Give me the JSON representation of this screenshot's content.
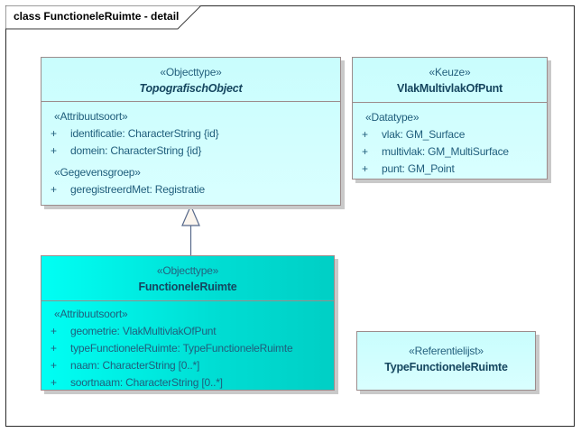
{
  "frame": {
    "title": "class FunctioneleRuimte - detail"
  },
  "colors": {
    "box_fill_light": "#ccfefe",
    "box_fill_turquoise_left": "#00fff4",
    "box_fill_turquoise_right": "#00cfc5",
    "box_border": "#9c8c8c",
    "text": "#205e7c",
    "shadow": "#c9c9c9",
    "connector": "#56688a"
  },
  "classes": [
    {
      "stereotype": "«Objecttype»",
      "name": "TopografischObject",
      "abstract": true,
      "sections": [
        {
          "heading": "«Attribuutsoort»",
          "rows": [
            {
              "vis": "+",
              "text": "identificatie: CharacterString {id}"
            },
            {
              "vis": "+",
              "text": "domein: CharacterString {id}"
            }
          ]
        },
        {
          "heading": "«Gegevensgroep»",
          "rows": [
            {
              "vis": "+",
              "text": "geregistreerdMet: Registratie"
            }
          ]
        }
      ]
    },
    {
      "stereotype": "«Keuze»",
      "name": "VlakMultivlakOfPunt",
      "abstract": false,
      "sections": [
        {
          "heading": "«Datatype»",
          "rows": [
            {
              "vis": "+",
              "text": "vlak: GM_Surface"
            },
            {
              "vis": "+",
              "text": "multivlak: GM_MultiSurface"
            },
            {
              "vis": "+",
              "text": "punt: GM_Point"
            }
          ]
        }
      ]
    },
    {
      "stereotype": "«Objecttype»",
      "name": "FunctioneleRuimte",
      "abstract": false,
      "sections": [
        {
          "heading": "«Attribuutsoort»",
          "rows": [
            {
              "vis": "+",
              "text": "geometrie: VlakMultivlakOfPunt"
            },
            {
              "vis": "+",
              "text": "typeFunctioneleRuimte: TypeFunctioneleRuimte"
            },
            {
              "vis": "+",
              "text": "naam: CharacterString [0..*]"
            },
            {
              "vis": "+",
              "text": "soortnaam: CharacterString [0..*]"
            }
          ]
        }
      ]
    },
    {
      "stereotype": "«Referentielijst»",
      "name": "TypeFunctioneleRuimte",
      "abstract": false,
      "sections": []
    }
  ],
  "relationships": [
    {
      "type": "generalization",
      "from": "FunctioneleRuimte",
      "to": "TopografischObject"
    }
  ]
}
